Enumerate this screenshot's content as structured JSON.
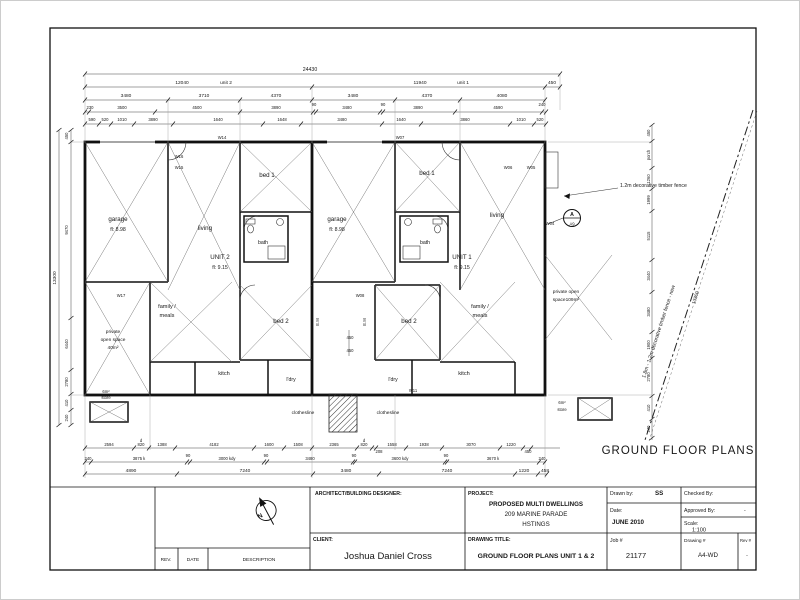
{
  "sheet": {
    "plan_title": "GROUND FLOOR PLANS"
  },
  "units": {
    "unit2": {
      "garage": "garage",
      "garage_fl": "fl: 8.98",
      "living": "living",
      "bed1": "bed 1",
      "bath": "bath",
      "name": "UNIT 2",
      "fl": "fl: 9.15",
      "family1": "family /",
      "family2": "meals",
      "bed2": "bed 2",
      "kitch": "kitch",
      "ldry": "l'dry",
      "open1": "private",
      "open2": "open space",
      "open3": "40m²",
      "store1": "6m²",
      "store2": "store",
      "clothesline": "clothesline"
    },
    "unit1": {
      "garage": "garage",
      "garage_fl": "fl: 8.98",
      "living": "living",
      "bed1": "bed 1",
      "bath": "bath",
      "name": "UNIT 1",
      "fl": "fl: 9.15",
      "family1": "family /",
      "family2": "meals",
      "bed2": "bed 2",
      "kitch": "kitch",
      "ldry": "l'dry",
      "open1": "private open",
      "open2": "space109m²",
      "store1": "6m²",
      "store2": "store",
      "clothesline": "clothesline"
    }
  },
  "windows": {
    "w14": "W14",
    "w07": "W07",
    "w16": "W16",
    "w15": "W15",
    "w06": "W06",
    "w05": "W05",
    "w04": "W04",
    "w08": "W08",
    "w17": "W17",
    "w11": "W11"
  },
  "notes": {
    "fence_top": "1.2m decorative timber fence",
    "fence_diag": "1.8m - 1.2m decorative timber fence - new",
    "section_top": "A",
    "section_bottom": "A9",
    "em": "E.M",
    "door_mark": "d",
    "dim450": "450"
  },
  "dims": {
    "top1": "24430",
    "top2": [
      "12040",
      "unit 2",
      "11940",
      "unit 1",
      "450"
    ],
    "top3": [
      "3480",
      "3710",
      "4370",
      "3480",
      "4370",
      "4080"
    ],
    "top4": [
      "230",
      "3500",
      "4500",
      "3890",
      "90",
      "3480",
      "90",
      "3890",
      "4590",
      "240"
    ],
    "top5": [
      "590",
      "520",
      "1010",
      "3890",
      "1640",
      "1648",
      "3480",
      "1640",
      "3860",
      "1010",
      "520"
    ],
    "left_overall": "13300",
    "left": [
      "450",
      "9470",
      "6440",
      "2780",
      "410",
      "240"
    ],
    "right": [
      "450",
      "porch",
      "1260",
      "1999",
      "5115",
      "3440",
      "3480",
      "1900",
      "2780",
      "410",
      "240"
    ],
    "right_overall": "13300",
    "bottomA": [
      "2594",
      "820",
      "1388",
      "4182",
      "1600",
      "1508",
      "2365",
      "820",
      "208",
      "1558",
      "1938",
      "3070",
      "1220",
      "450"
    ],
    "bottomB": [
      "240",
      "3875 k",
      "90",
      "3000 kdy",
      "90",
      "3480",
      "90",
      "3600 kdy",
      "90",
      "3670 k",
      "240"
    ],
    "bottomC": [
      "4890",
      "7240",
      "3480",
      "7240",
      "1220",
      "458"
    ]
  },
  "titleblock": {
    "architect_label": "ARCHITECT/BUILDING DESIGNER:",
    "project_label": "PROJECT:",
    "project1": "PROPOSED MULTI DWELLINGS",
    "project2": "209 MARINE PARADE",
    "project3": "HSTINGS",
    "client_label": "CLIENT:",
    "client": "Joshua Daniel Cross",
    "drawing_title_label": "DRAWING TITLE:",
    "drawing_title": "GROUND FLOOR PLANS UNIT 1 & 2",
    "drawn_by_label": "Drawn by:",
    "drawn_by": "SS",
    "date_label": "Date:",
    "date": "JUNE 2010",
    "job_label": "Job #",
    "job": "21177",
    "checked_label": "Checked By:",
    "approved_label": "Approved By:",
    "approved": "-",
    "scale_label": "Scale:",
    "scale": "1:100",
    "drawing_no_label": "Drawing #",
    "drawing_no": "A4-WD",
    "rev_no_label": "Rev #",
    "rev_no": "-",
    "rev_col": "REV.",
    "date_col": "DATE",
    "desc_col": "DESCRIPTION",
    "north": "N"
  }
}
